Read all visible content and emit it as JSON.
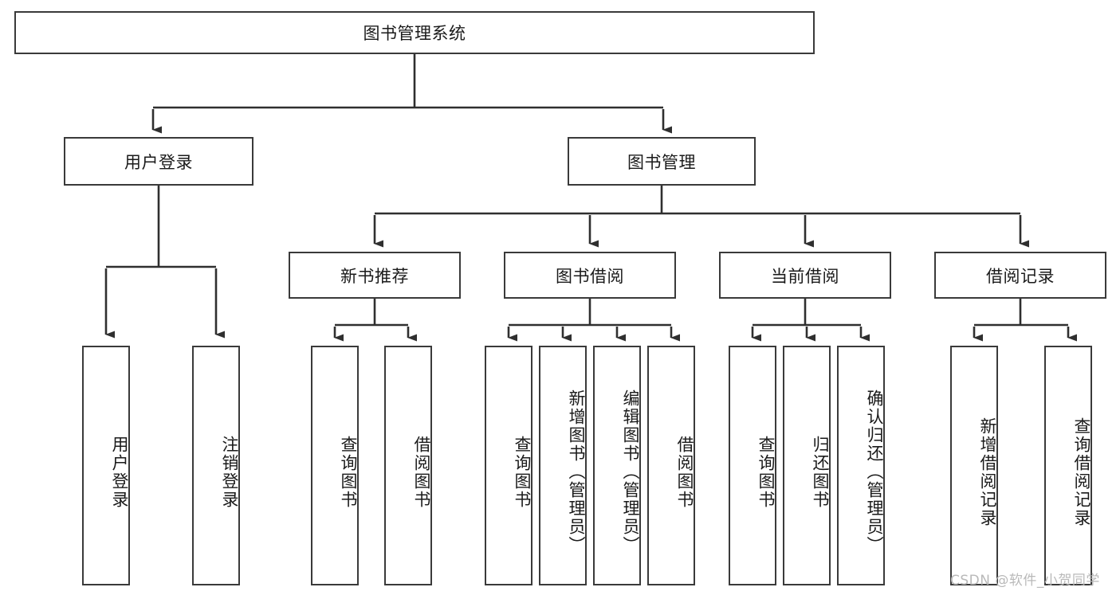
{
  "diagram": {
    "title": "图书管理系统",
    "type": "tree",
    "root": {
      "id": "root",
      "label": "图书管理系统"
    },
    "level2": [
      {
        "id": "user-login",
        "label": "用户登录"
      },
      {
        "id": "book-manage",
        "label": "图书管理"
      }
    ],
    "level3": [
      {
        "id": "new-book-recommend",
        "label": "新书推荐",
        "parent": "book-manage"
      },
      {
        "id": "book-borrow",
        "label": "图书借阅",
        "parent": "book-manage"
      },
      {
        "id": "current-borrow",
        "label": "当前借阅",
        "parent": "book-manage"
      },
      {
        "id": "borrow-record",
        "label": "借阅记录",
        "parent": "book-manage"
      }
    ],
    "leaves": [
      {
        "id": "leaf-user-login",
        "label": "用户登录",
        "parent": "user-login"
      },
      {
        "id": "leaf-user-logout",
        "label": "注销登录",
        "parent": "user-login"
      },
      {
        "id": "leaf-query-book-1",
        "label": "查询图书",
        "parent": "new-book-recommend"
      },
      {
        "id": "leaf-borrow-book-1",
        "label": "借阅图书",
        "parent": "new-book-recommend"
      },
      {
        "id": "leaf-query-book-2",
        "label": "查询图书",
        "parent": "book-borrow"
      },
      {
        "id": "leaf-add-book",
        "label": "新增图书（管理员）",
        "parent": "book-borrow"
      },
      {
        "id": "leaf-edit-book",
        "label": "编辑图书（管理员）",
        "parent": "book-borrow"
      },
      {
        "id": "leaf-borrow-book-2",
        "label": "借阅图书",
        "parent": "book-borrow"
      },
      {
        "id": "leaf-query-book-3",
        "label": "查询图书",
        "parent": "current-borrow"
      },
      {
        "id": "leaf-return-book",
        "label": "归还图书",
        "parent": "current-borrow"
      },
      {
        "id": "leaf-confirm-return",
        "label": "确认归还（管理员）",
        "parent": "current-borrow"
      },
      {
        "id": "leaf-add-record",
        "label": "新增借阅记录",
        "parent": "borrow-record"
      },
      {
        "id": "leaf-query-record",
        "label": "查询借阅记录",
        "parent": "borrow-record"
      }
    ],
    "colors": {
      "border": "#3a3a3a",
      "background": "#ffffff",
      "text": "#1a1a1a",
      "connector": "#2f2f2f",
      "watermark": "#b9b9b9"
    }
  },
  "watermark": {
    "text": "CSDN @软件_小贺同学"
  }
}
